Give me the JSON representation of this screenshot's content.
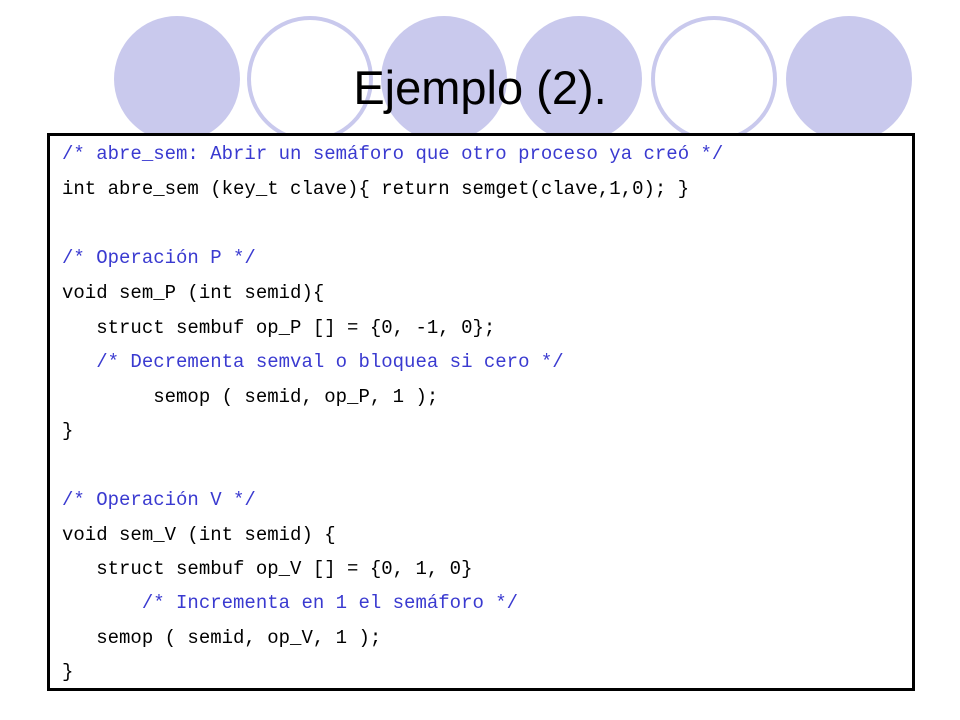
{
  "slide": {
    "title": "Ejemplo (2).",
    "accent_color": "#c9c9ed",
    "code_lines": [
      {
        "text": "/* abre_sem: Abrir un semáforo que otro proceso ya creó */",
        "type": "comment"
      },
      {
        "text": "int abre_sem (key_t clave){ return semget(clave,1,0); }",
        "type": "code"
      },
      {
        "text": "",
        "type": "blank"
      },
      {
        "text": "/* Operación P */",
        "type": "comment"
      },
      {
        "text": "void sem_P (int semid){",
        "type": "code"
      },
      {
        "text": "   struct sembuf op_P [] = {0, -1, 0};",
        "type": "code"
      },
      {
        "text": "   /* Decrementa semval o bloquea si cero */",
        "type": "comment"
      },
      {
        "text": "        semop ( semid, op_P, 1 );",
        "type": "code"
      },
      {
        "text": "}",
        "type": "code"
      },
      {
        "text": "",
        "type": "blank"
      },
      {
        "text": "/* Operación V */",
        "type": "comment"
      },
      {
        "text": "void sem_V (int semid) {",
        "type": "code"
      },
      {
        "text": "   struct sembuf op_V [] = {0, 1, 0}",
        "type": "code"
      },
      {
        "text": "       /* Incrementa en 1 el semáforo */",
        "type": "comment"
      },
      {
        "text": "   semop ( semid, op_V, 1 );",
        "type": "code"
      },
      {
        "text": "}",
        "type": "code"
      }
    ]
  }
}
